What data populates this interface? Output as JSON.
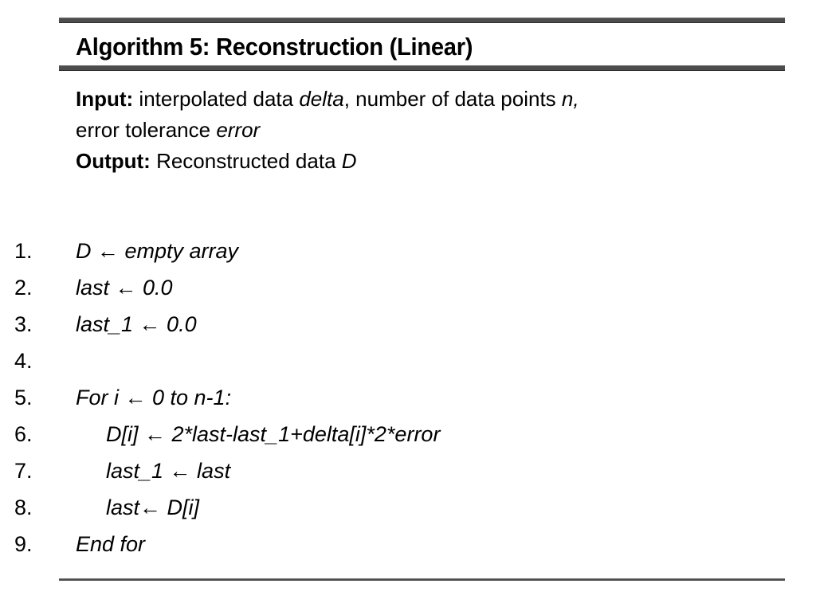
{
  "document": {
    "type": "algorithm-pseudocode",
    "title": "Algorithm 5: Reconstruction (Linear)",
    "colors": {
      "background": "#ffffff",
      "text": "#000000",
      "rule": "#4d4d4d"
    }
  },
  "io": {
    "input_label": "Input:",
    "input_text_1": " interpolated data ",
    "input_var_1": "delta",
    "input_text_2": ", number of data points ",
    "input_var_2": "n,",
    "input_text_3": "error tolerance ",
    "input_var_3": "error",
    "output_label": "Output:",
    "output_text": " Reconstructed data ",
    "output_var": "D"
  },
  "steps": [
    {
      "num": "1.",
      "text": "D ← empty array",
      "indent": 0
    },
    {
      "num": "2.",
      "text": "last ← 0.0",
      "indent": 0
    },
    {
      "num": "3.",
      "text": "last_1 ← 0.0",
      "indent": 0
    },
    {
      "num": "4.",
      "text": "",
      "indent": 0
    },
    {
      "num": "5.",
      "text": "For i ← 0 to n-1:",
      "indent": 0
    },
    {
      "num": "6.",
      "text": "D[i] ← 2*last-last_1+delta[i]*2*error",
      "indent": 1
    },
    {
      "num": "7.",
      "text": "last_1 ← last",
      "indent": 1
    },
    {
      "num": "8.",
      "text": "last← D[i]",
      "indent": 1
    },
    {
      "num": "9.",
      "text": "End for",
      "indent": 0
    }
  ]
}
